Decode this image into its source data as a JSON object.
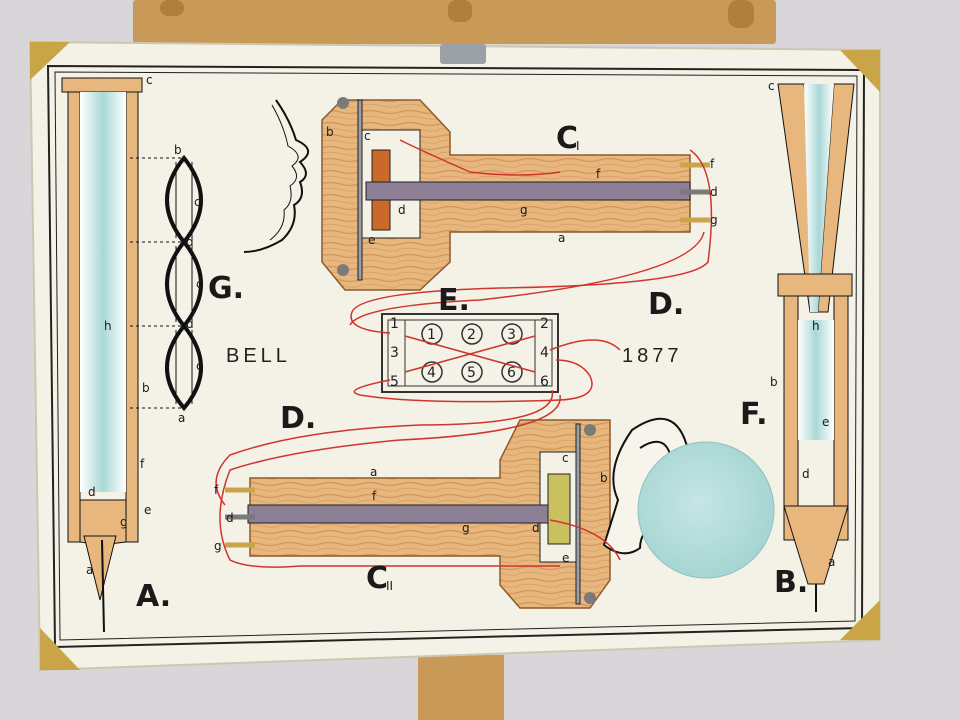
{
  "title_left": "BELL",
  "title_right": "1877",
  "figures": {
    "A": "A.",
    "B": "B.",
    "C1": "C",
    "C1_sub": "I",
    "C2": "C",
    "C2_sub": "II",
    "D_top": "D.",
    "D_bottom": "D.",
    "E": "E.",
    "F": "F.",
    "G": "G."
  },
  "terminals": [
    "1",
    "2",
    "3",
    "4",
    "5",
    "6"
  ],
  "circles": [
    "1",
    "2",
    "3",
    "4",
    "5",
    "6"
  ],
  "parts": {
    "a": "a",
    "b": "b",
    "c": "c",
    "d": "d",
    "e": "e",
    "f": "f",
    "g": "g",
    "h": "h"
  },
  "colors": {
    "wall": "#d9d6d9",
    "poster": "#f4f1e6",
    "wood": "#e8b77e",
    "wood_dark": "#c98d55",
    "wire": "#d0342c",
    "water": "#a9d8d6",
    "rod": "#8c7f96"
  }
}
